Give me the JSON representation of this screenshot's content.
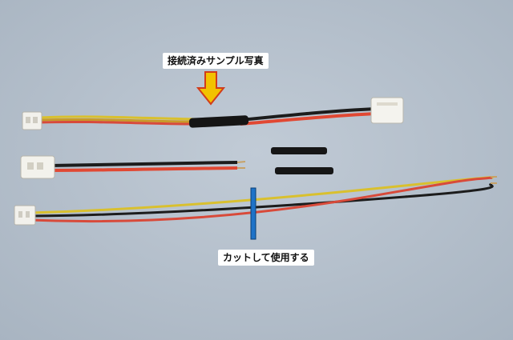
{
  "labels": {
    "connected_sample": "接続済みサンプル写真",
    "cut_and_use": "カットして使用する"
  },
  "colors": {
    "background": "#b3bfcb",
    "wire_yellow": "#d9c02e",
    "wire_red": "#d84a3a",
    "wire_black": "#1c1c1c",
    "connector": "#f2f1ec",
    "arrow": "#f2c200",
    "cut_marker": "#1e73c8"
  },
  "icons": {
    "arrow": "arrow-down-icon",
    "cut_marker": "cut-line-marker"
  }
}
